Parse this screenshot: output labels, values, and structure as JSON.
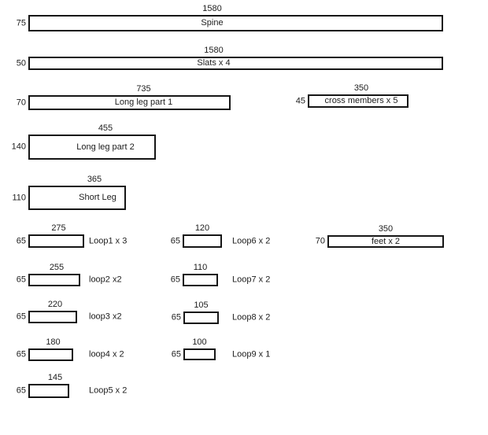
{
  "colors": {
    "background": "#ffffff",
    "line": "#161616",
    "text": "#1c1c1c"
  },
  "parts": [
    {
      "name": "Spine",
      "width": "1580",
      "height": "75"
    },
    {
      "name": "Slats x 4",
      "width": "1580",
      "height": "50"
    },
    {
      "name": "Long leg part 1",
      "width": "735",
      "height": "70"
    },
    {
      "name": "cross members x 5",
      "width": "350",
      "height": "45"
    },
    {
      "name": "Long leg part 2",
      "width": "455",
      "height": "140"
    },
    {
      "name": "Short Leg",
      "width": "365",
      "height": "110"
    },
    {
      "name": "Loop1 x 3",
      "width": "275",
      "height": "65"
    },
    {
      "name": "Loop6 x 2",
      "width": "120",
      "height": "65"
    },
    {
      "name": "feet x 2",
      "width": "350",
      "height": "70"
    },
    {
      "name": "loop2 x2",
      "width": "255",
      "height": "65"
    },
    {
      "name": "Loop7 x 2",
      "width": "110",
      "height": "65"
    },
    {
      "name": "loop3 x2",
      "width": "220",
      "height": "65"
    },
    {
      "name": "Loop8 x 2",
      "width": "105",
      "height": "65"
    },
    {
      "name": "loop4 x 2",
      "width": "180",
      "height": "65"
    },
    {
      "name": "Loop9 x 1",
      "width": "100",
      "height": "65"
    },
    {
      "name": "Loop5 x 2",
      "width": "145",
      "height": "65"
    }
  ]
}
